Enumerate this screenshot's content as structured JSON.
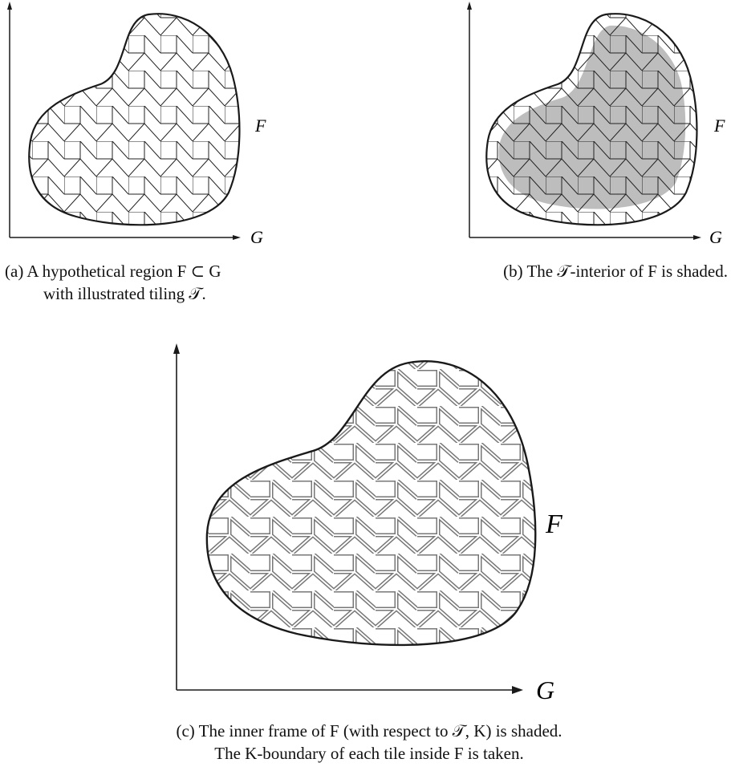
{
  "panels": {
    "a": {
      "region_label": "F",
      "axis_label": "G",
      "caption_line1": "(a) A hypothetical region F ⊂ G",
      "caption_line2": "with illustrated tiling 𝒯."
    },
    "b": {
      "region_label": "F",
      "axis_label": "G",
      "caption": "(b) The 𝒯-interior of F is shaded."
    },
    "c": {
      "region_label": "F",
      "axis_label": "G",
      "caption_line1": "(c) The inner frame of F (with respect to 𝒯, K) is shaded.",
      "caption_line2": "The K-boundary of each tile inside F is taken."
    }
  },
  "colors": {
    "outline": "#1a1a1a",
    "tile_line": "#222222",
    "interior_shade": "#bdbdbd",
    "frame_shade": "#a8a8a8"
  }
}
